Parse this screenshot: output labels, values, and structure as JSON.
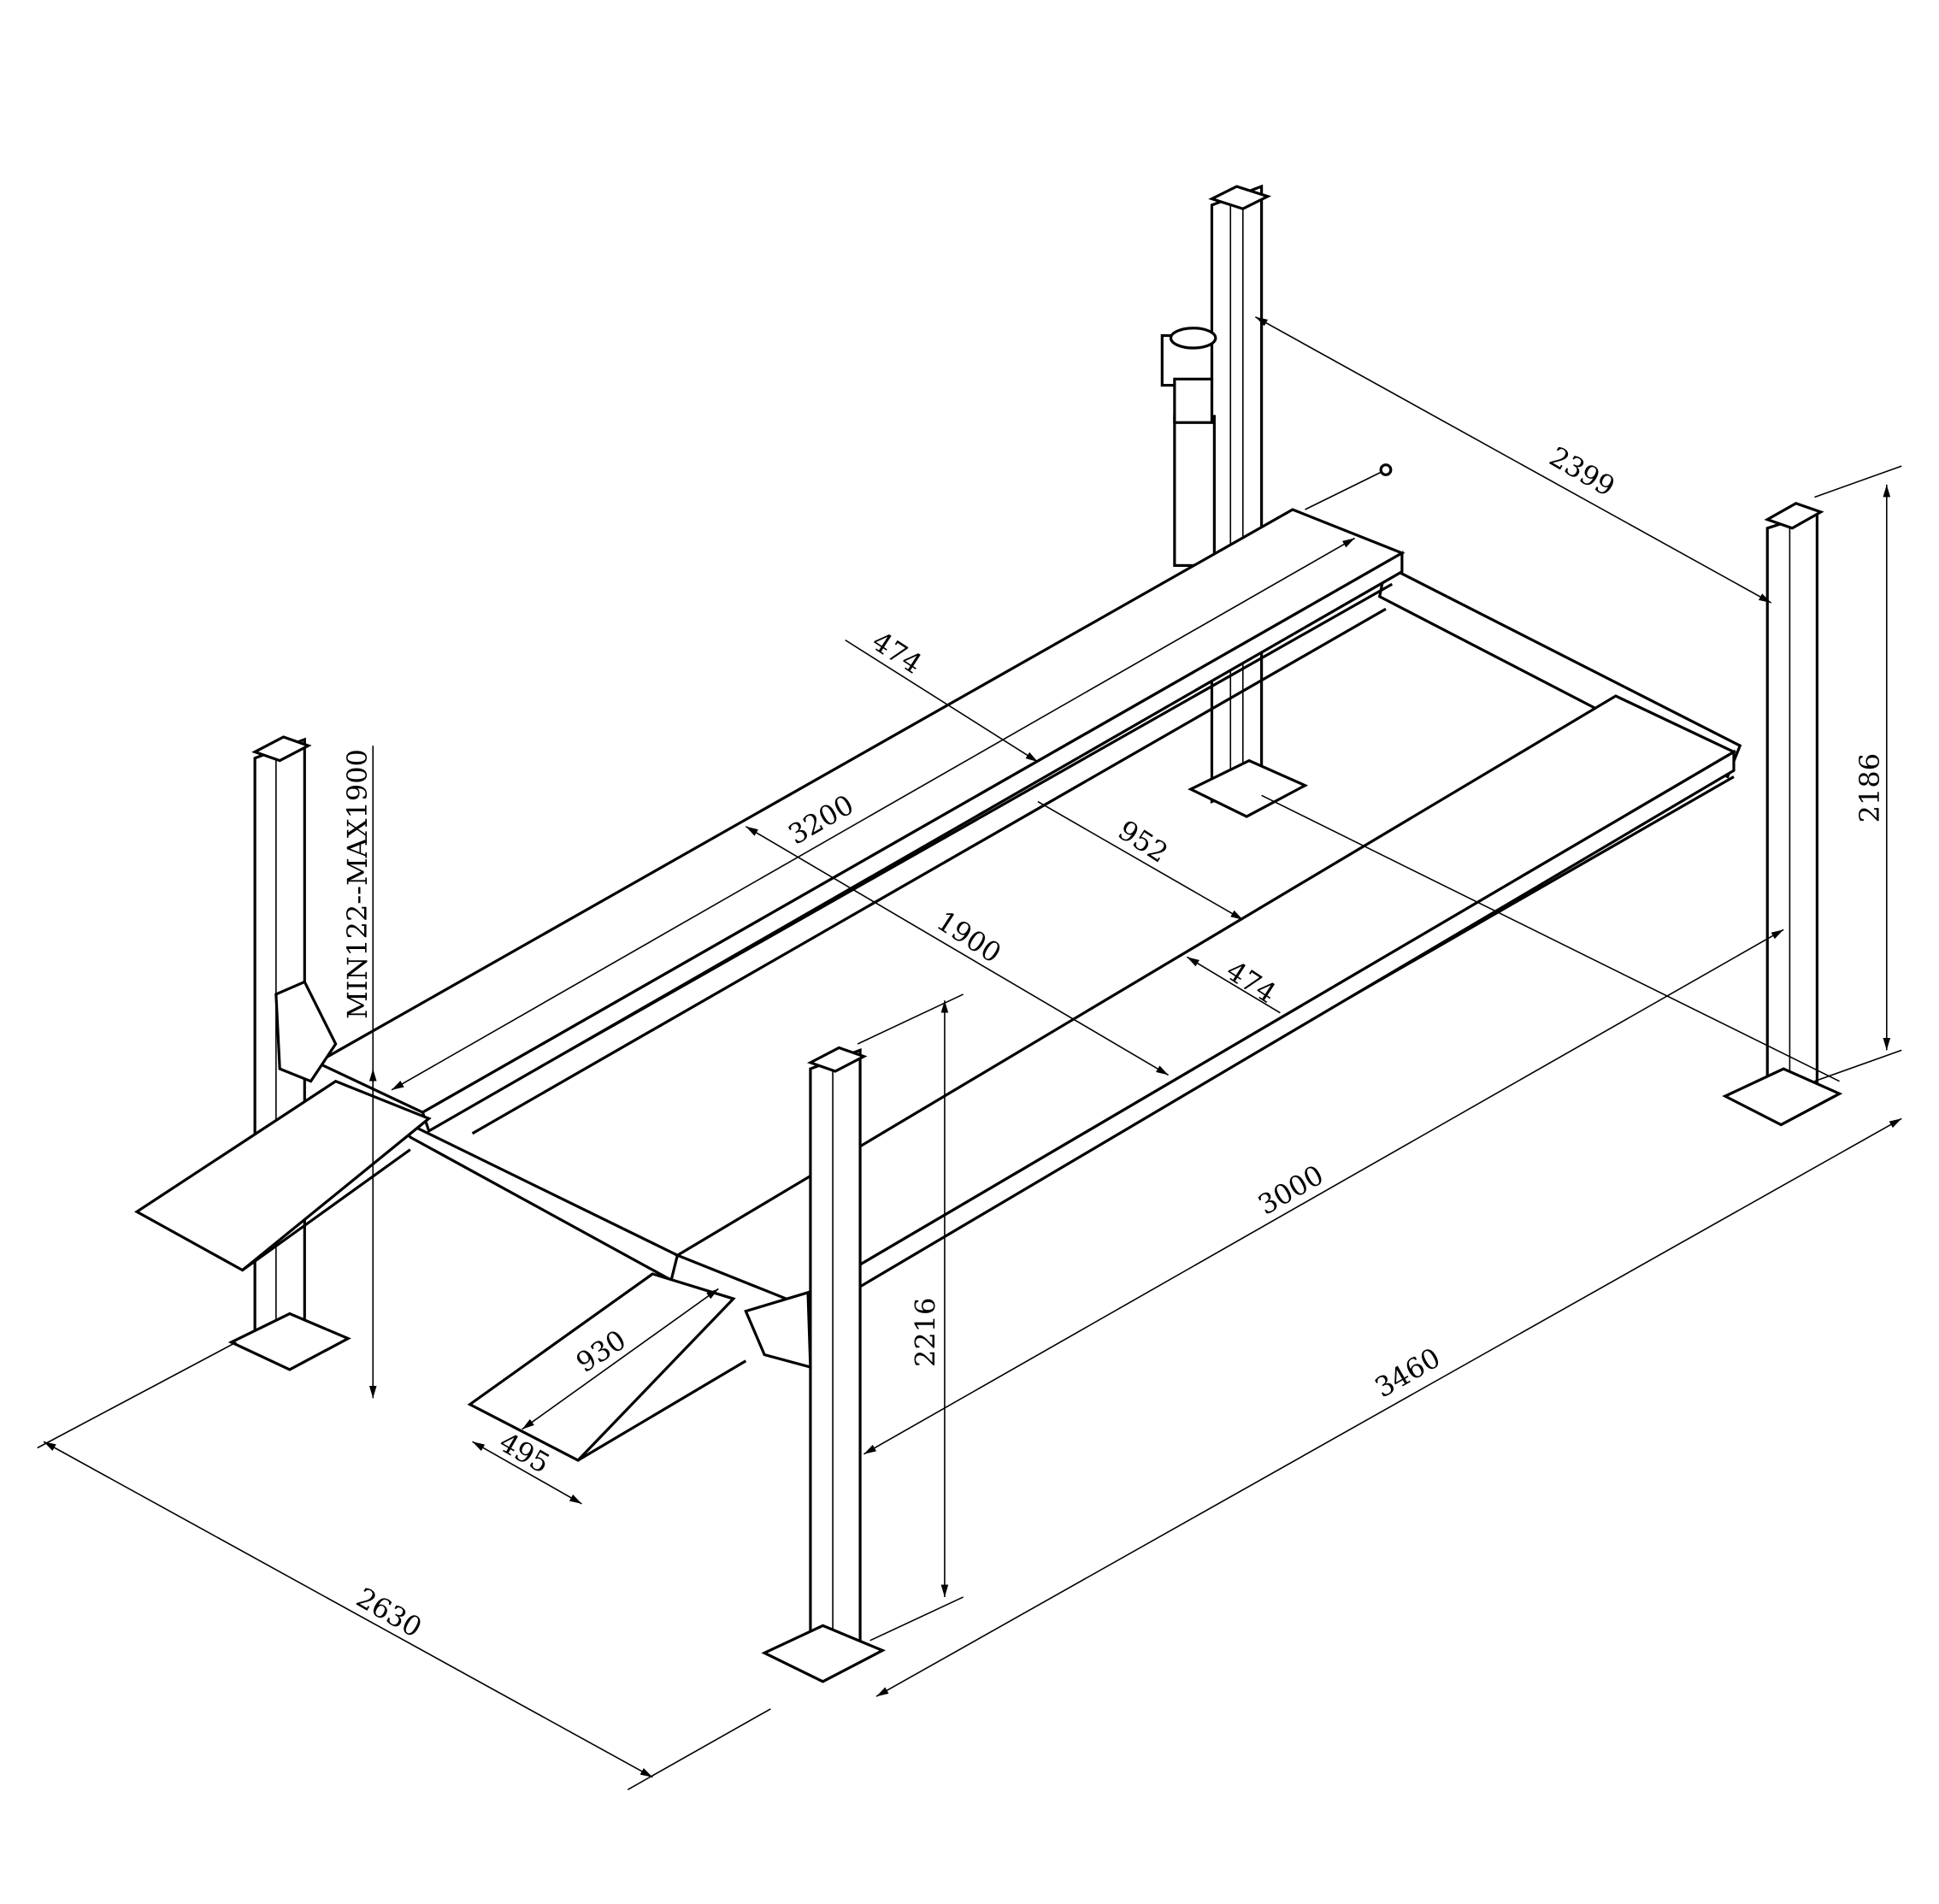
{
  "drawing": {
    "subject": "four-post-car-lift",
    "line_color": "#000000",
    "background": "#ffffff",
    "dimensions": {
      "post_spacing_depth": "2399",
      "post_height_rear": "2186",
      "runway_width_top": "474",
      "runway_length": "3200",
      "runway_gap": "952",
      "outer_width": "1900",
      "runway_width_bottom": "474",
      "lift_height_range": "MIN122--MAX1900",
      "ramp_length": "930",
      "ramp_width": "495",
      "post_height_front": "2216",
      "inner_length": "3000",
      "overall_length": "3460",
      "overall_width": "2630"
    }
  }
}
